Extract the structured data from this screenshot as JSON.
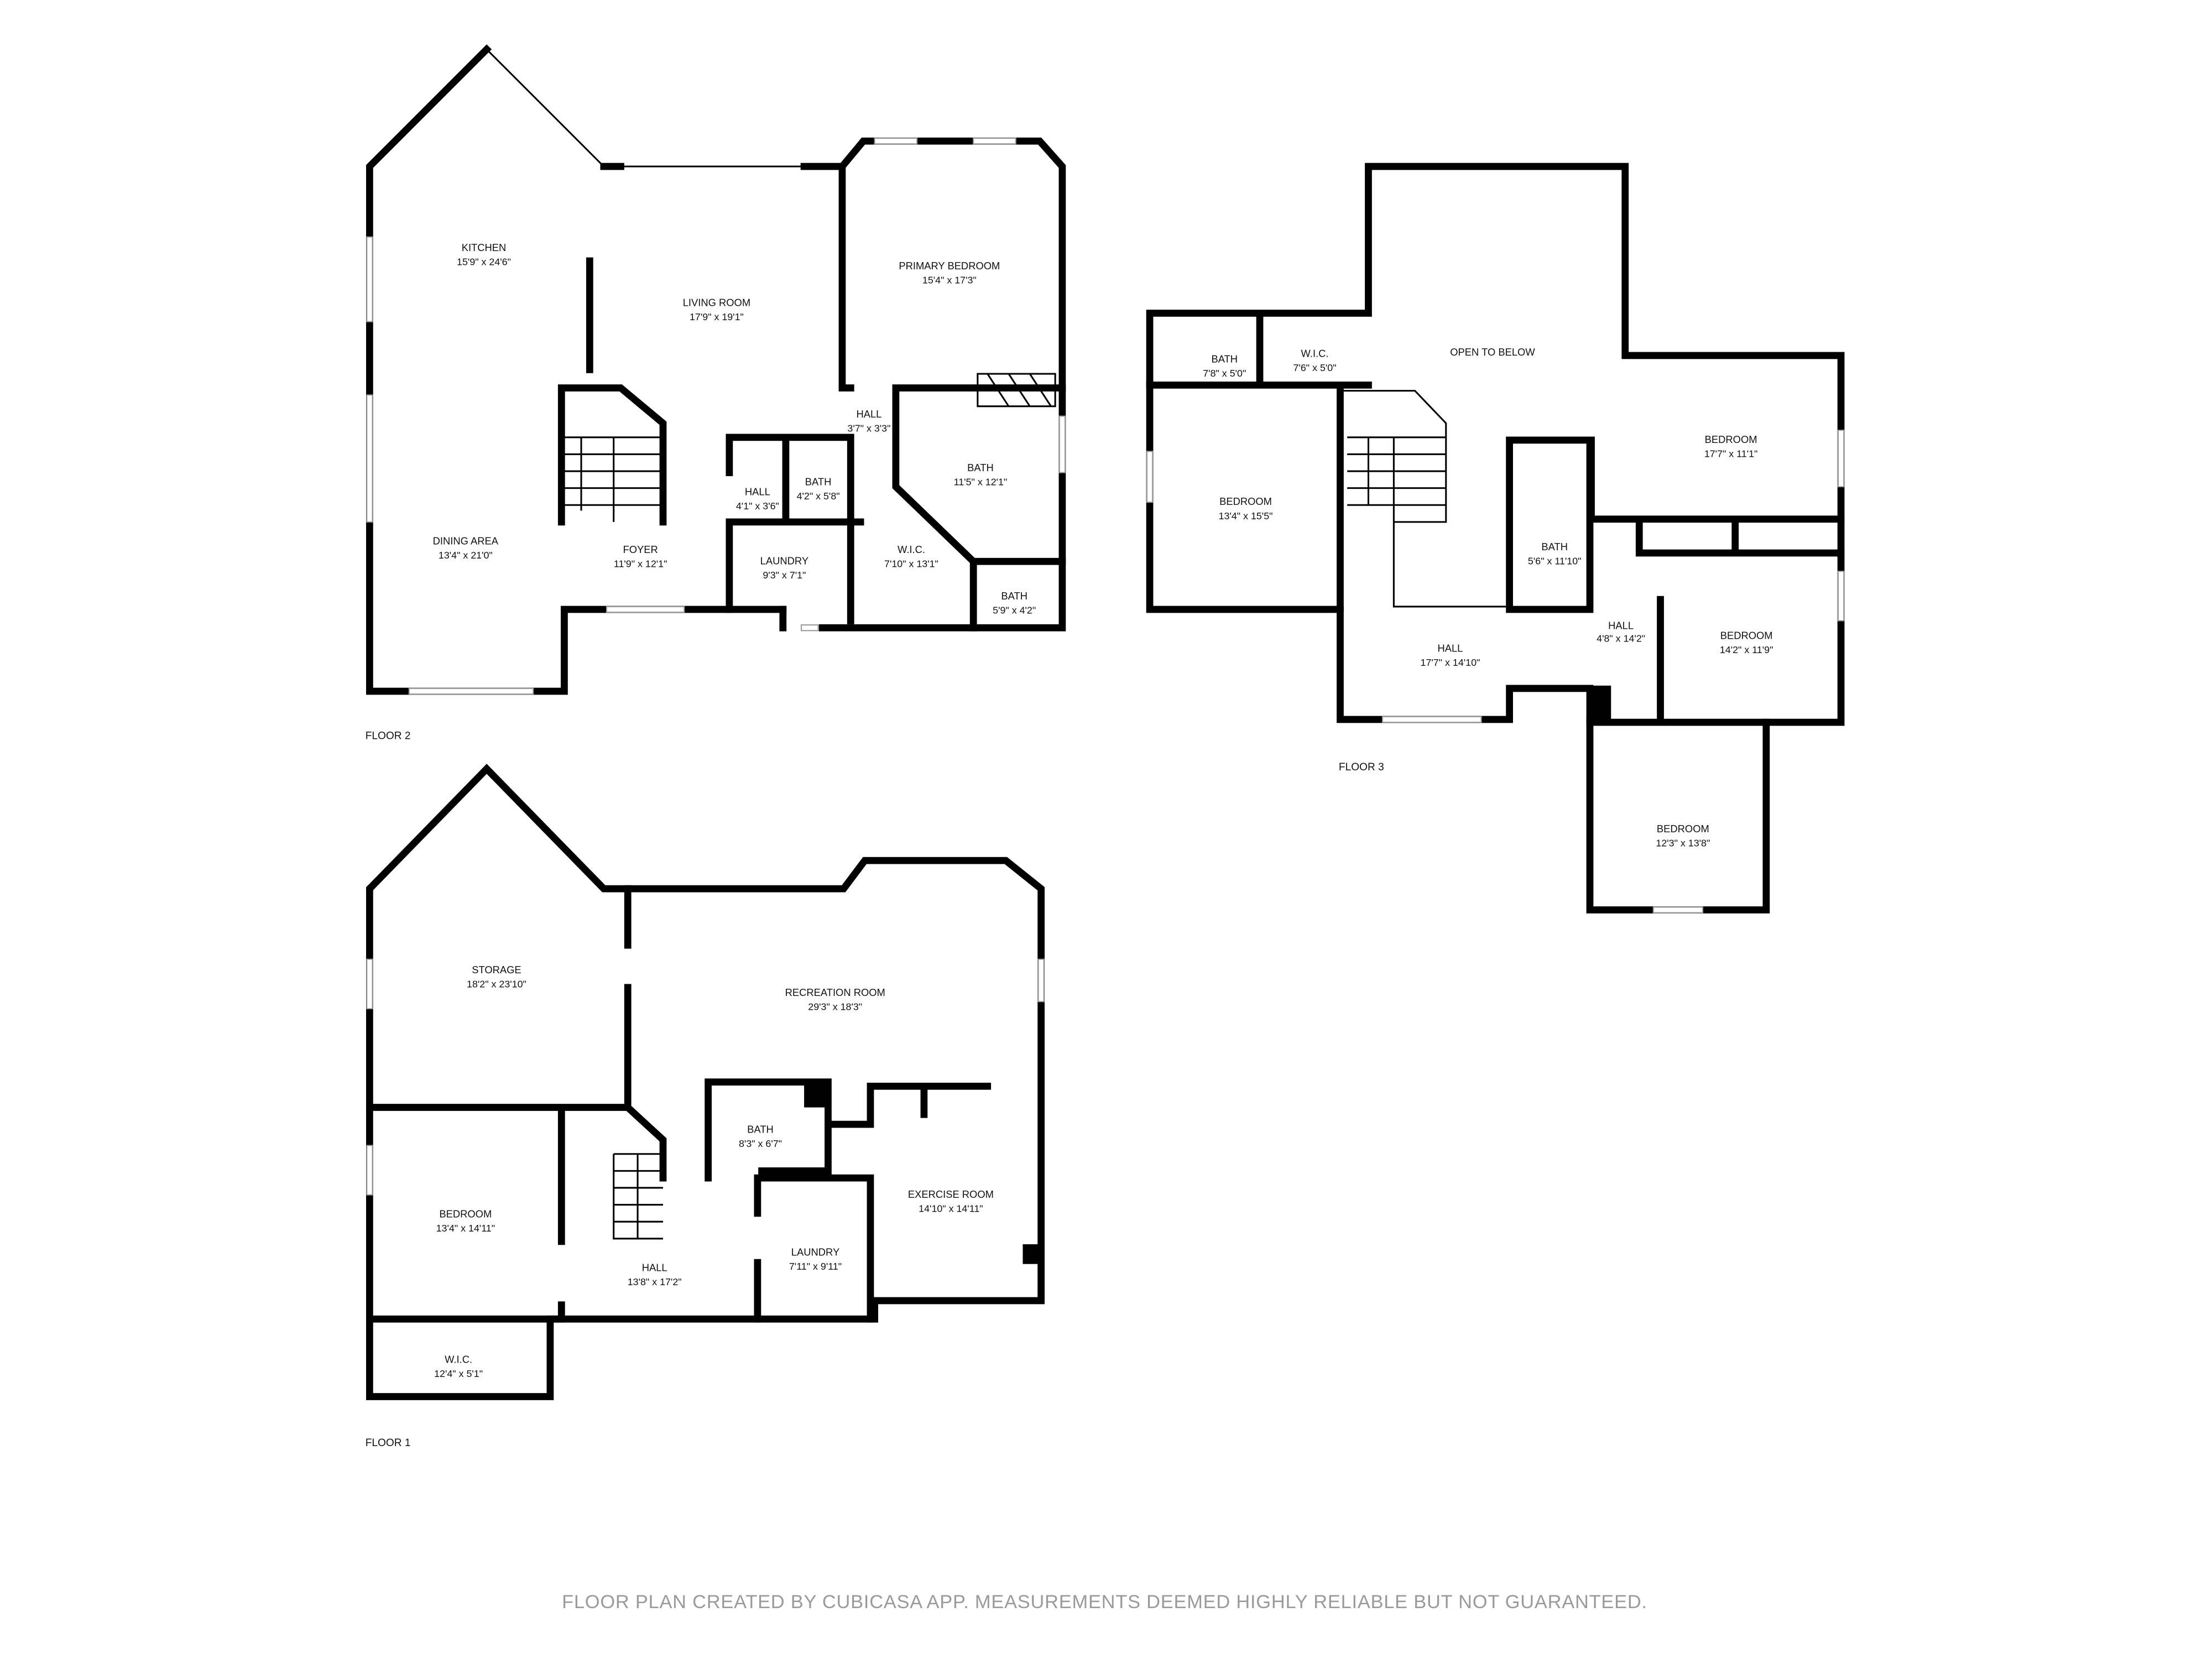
{
  "floors": {
    "floor2": {
      "label": "FLOOR 2",
      "rooms": [
        {
          "name": "KITCHEN",
          "dims": "15'9\" x 24'6\""
        },
        {
          "name": "LIVING ROOM",
          "dims": "17'9\" x 19'1\""
        },
        {
          "name": "PRIMARY BEDROOM",
          "dims": "15'4\" x 17'3\""
        },
        {
          "name": "HALL",
          "dims": "3'7\" x 3'3\""
        },
        {
          "name": "BATH",
          "dims": "4'2\" x 5'8\""
        },
        {
          "name": "HALL",
          "dims": "4'1\" x 3'6\""
        },
        {
          "name": "BATH",
          "dims": "11'5\" x 12'1\""
        },
        {
          "name": "DINING AREA",
          "dims": "13'4\" x 21'0\""
        },
        {
          "name": "FOYER",
          "dims": "11'9\" x 12'1\""
        },
        {
          "name": "LAUNDRY",
          "dims": "9'3\" x 7'1\""
        },
        {
          "name": "W.I.C.",
          "dims": "7'10\" x 13'1\""
        },
        {
          "name": "BATH",
          "dims": "5'9\" x 4'2\""
        }
      ]
    },
    "floor3": {
      "label": "FLOOR 3",
      "rooms": [
        {
          "name": "BATH",
          "dims": "7'8\" x 5'0\""
        },
        {
          "name": "W.I.C.",
          "dims": "7'6\" x 5'0\""
        },
        {
          "name": "OPEN TO BELOW",
          "dims": ""
        },
        {
          "name": "BEDROOM",
          "dims": "17'7\" x 11'1\""
        },
        {
          "name": "BEDROOM",
          "dims": "13'4\" x 15'5\""
        },
        {
          "name": "BATH",
          "dims": "5'6\" x 11'10\""
        },
        {
          "name": "HALL",
          "dims": "4'8\" x 14'2\""
        },
        {
          "name": "BEDROOM",
          "dims": "14'2\" x 11'9\""
        },
        {
          "name": "HALL",
          "dims": "17'7\" x 14'10\""
        },
        {
          "name": "BEDROOM",
          "dims": "12'3\" x 13'8\""
        }
      ]
    },
    "floor1": {
      "label": "FLOOR 1",
      "rooms": [
        {
          "name": "STORAGE",
          "dims": "18'2\" x 23'10\""
        },
        {
          "name": "RECREATION ROOM",
          "dims": "29'3\" x 18'3\""
        },
        {
          "name": "BATH",
          "dims": "8'3\" x 6'7\""
        },
        {
          "name": "EXERCISE ROOM",
          "dims": "14'10\" x 14'11\""
        },
        {
          "name": "BEDROOM",
          "dims": "13'4\" x 14'11\""
        },
        {
          "name": "LAUNDRY",
          "dims": "7'11\" x 9'11\""
        },
        {
          "name": "HALL",
          "dims": "13'8\" x 17'2\""
        },
        {
          "name": "W.I.C.",
          "dims": "12'4\" x 5'1\""
        }
      ]
    }
  },
  "footer": "FLOOR PLAN CREATED BY CUBICASA APP. MEASUREMENTS DEEMED HIGHLY RELIABLE BUT NOT GUARANTEED."
}
